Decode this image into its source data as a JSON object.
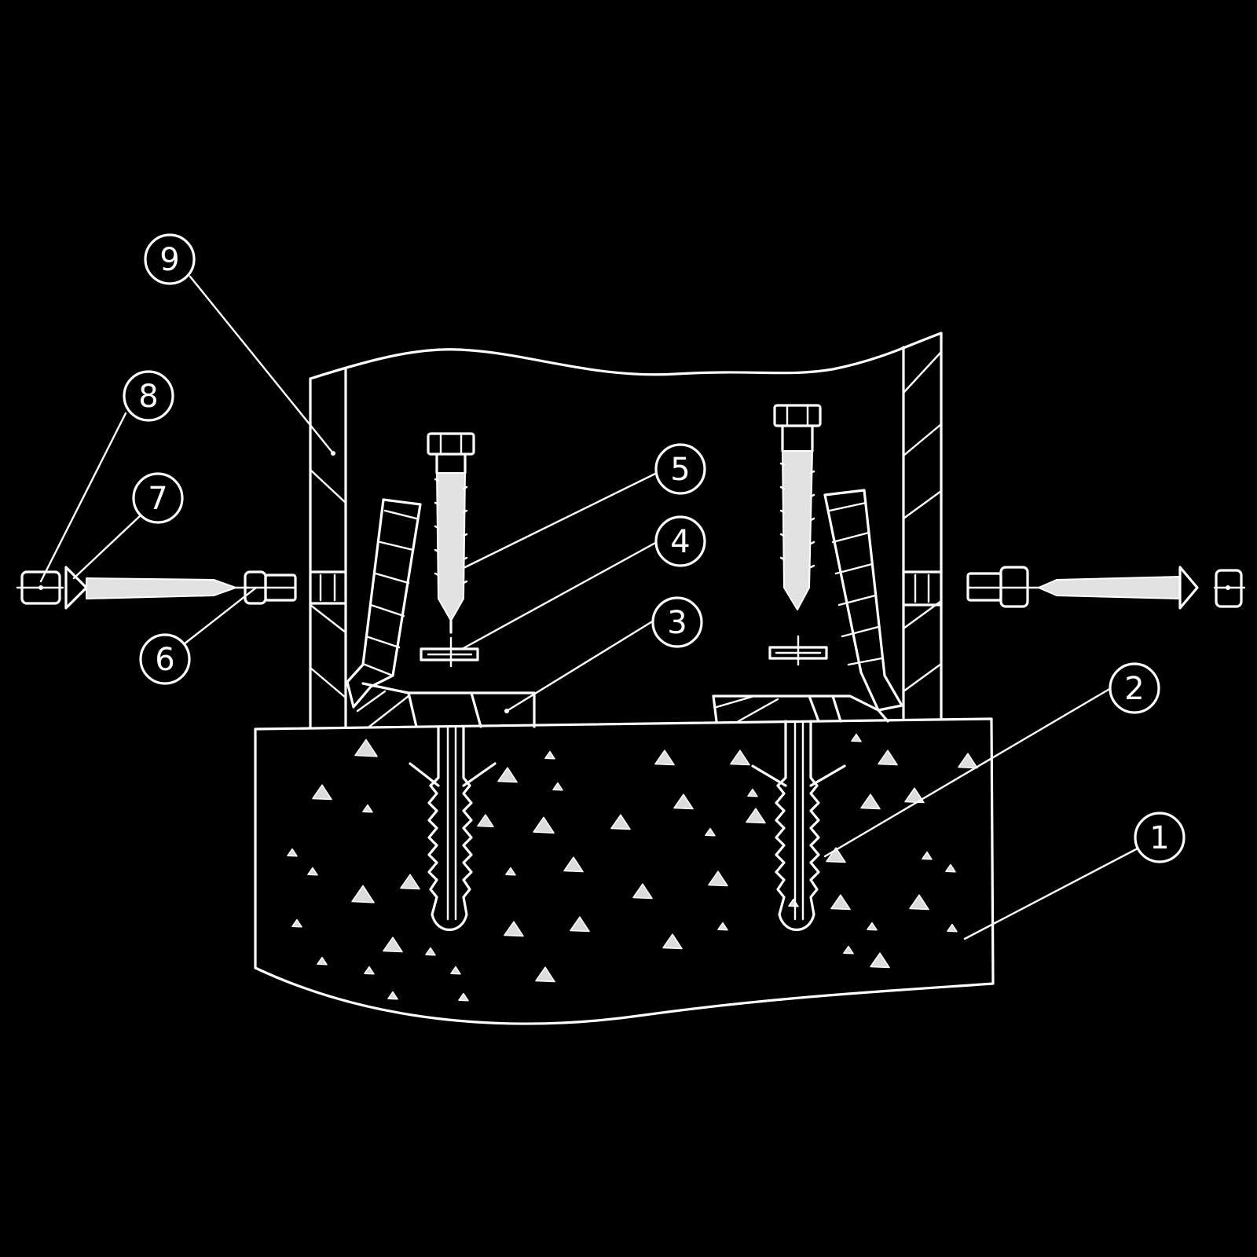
{
  "colors": {
    "background": "#000000",
    "line": "#ffffff",
    "fill": "#e2e2e2"
  },
  "callouts": [
    {
      "label": "1",
      "part": "concrete-base"
    },
    {
      "label": "2",
      "part": "expansion-anchor"
    },
    {
      "label": "3",
      "part": "base-plate"
    },
    {
      "label": "4",
      "part": "washer"
    },
    {
      "label": "5",
      "part": "anchor-bolt"
    },
    {
      "label": "6",
      "part": "side-nut"
    },
    {
      "label": "7",
      "part": "side-screw"
    },
    {
      "label": "8",
      "part": "end-cap"
    },
    {
      "label": "9",
      "part": "post-housing"
    }
  ]
}
